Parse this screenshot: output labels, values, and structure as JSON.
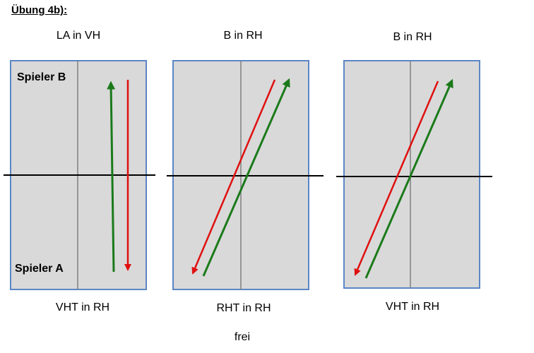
{
  "heading": "Übung 4b):",
  "panels": [
    {
      "top_label": "LA in VH",
      "bottom_label": "VHT in RH",
      "player_top": "Spieler B",
      "player_bottom": "Spieler A"
    },
    {
      "top_label": "B in RH",
      "bottom_label": "RHT in RH"
    },
    {
      "top_label": "B in RH",
      "bottom_label": "VHT in RH"
    }
  ],
  "footer": "frei",
  "colors": {
    "table_fill": "#d9d9d9",
    "table_border": "#5b86c6",
    "net": "#000000",
    "centerline": "#808080",
    "green_arrow": "#1a7a1a",
    "red_arrow": "#e01010"
  }
}
